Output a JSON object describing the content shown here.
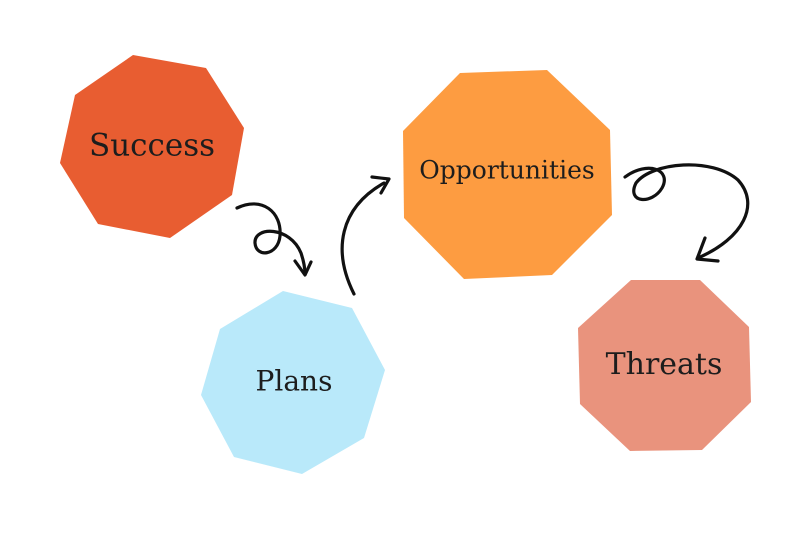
{
  "nodes": {
    "success": {
      "label": "Success",
      "color": "#E85D31"
    },
    "plans": {
      "label": "Plans",
      "color": "#B9E9FA"
    },
    "opportunities": {
      "label": "Opportunities",
      "color": "#FD9C41"
    },
    "threats": {
      "label": "Threats",
      "color": "#E9937D"
    }
  },
  "edges": [
    {
      "from": "Success",
      "to": "Plans"
    },
    {
      "from": "Plans",
      "to": "Opportunities"
    },
    {
      "from": "Opportunities",
      "to": "Threats"
    }
  ]
}
